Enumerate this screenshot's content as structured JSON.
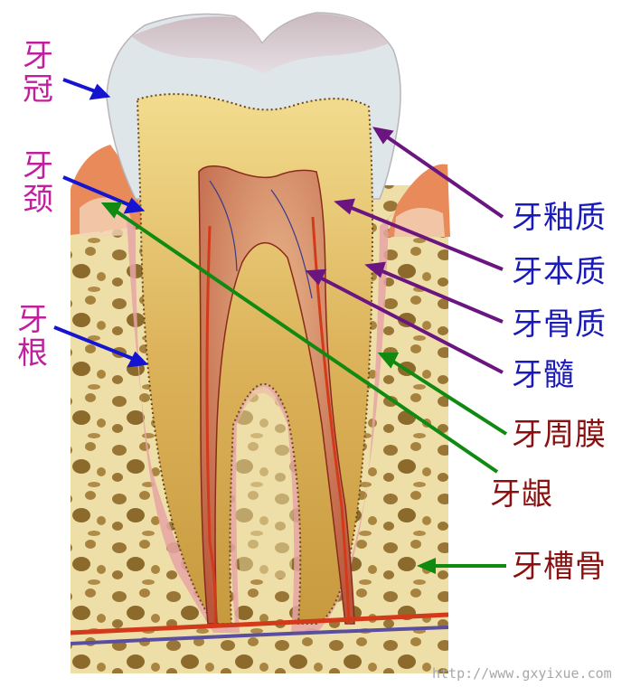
{
  "diagram": {
    "subject": "牙齿结构",
    "colors": {
      "left_labels": "#c0209e",
      "blue_labels": "#1a1ab8",
      "dark_labels": "#8a1010",
      "blue_arrows": "#1515d0",
      "purple_arrows": "#6a1580",
      "green_arrows": "#108a10",
      "enamel": "#dfe6ea",
      "dentin": "#d9b45a",
      "pulp": "#c0624a",
      "gum": "#e98a5a",
      "bone": "#eedfa8",
      "bone_pores": "#8c6a2c",
      "artery": "#d23a1a",
      "vein": "#5a4ea0"
    },
    "left_labels": [
      {
        "id": "crown",
        "text": [
          "牙",
          "冠"
        ]
      },
      {
        "id": "neck",
        "text": [
          "牙",
          "颈"
        ]
      },
      {
        "id": "root",
        "text": [
          "牙",
          "根"
        ]
      }
    ],
    "right_labels": [
      {
        "id": "enamel",
        "text": "牙釉质"
      },
      {
        "id": "dentin",
        "text": "牙本质"
      },
      {
        "id": "cementum",
        "text": "牙骨质"
      },
      {
        "id": "pulp",
        "text": "牙髓"
      },
      {
        "id": "periodontal_membrane",
        "text": "牙周膜"
      },
      {
        "id": "gingiva",
        "text": "牙龈"
      },
      {
        "id": "alveolar_bone",
        "text": "牙槽骨"
      }
    ],
    "watermark": "http://www.gxyixue.com"
  }
}
